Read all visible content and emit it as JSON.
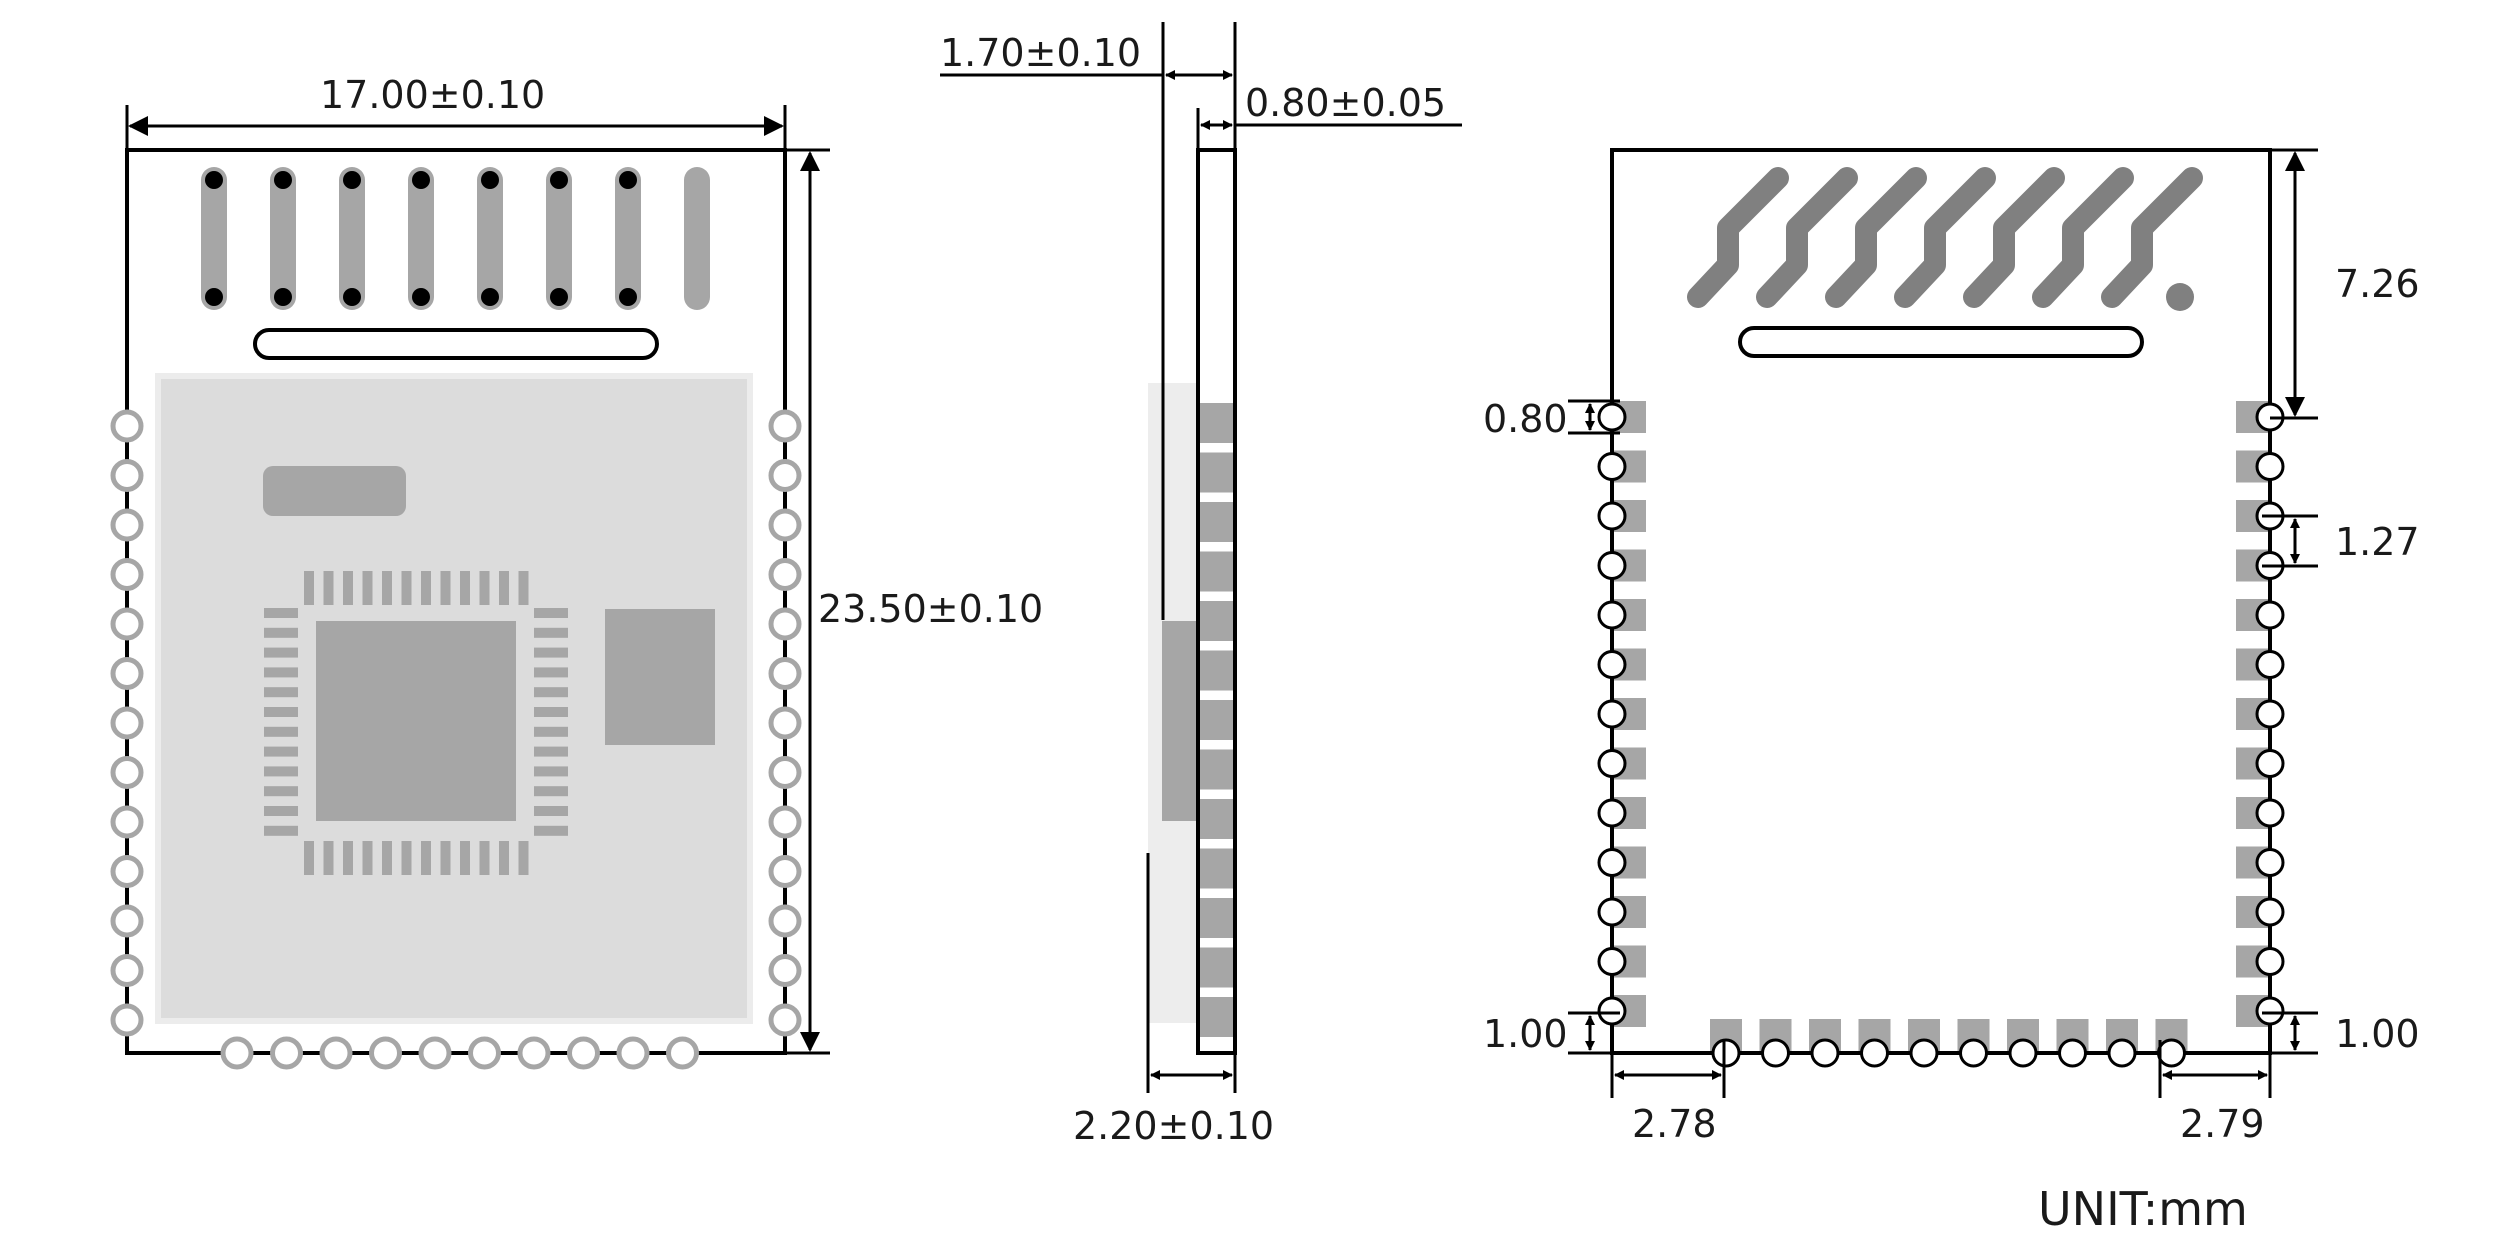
{
  "dimensions": {
    "front_width": "17.00±0.10",
    "front_height": "23.50±0.10",
    "side_top_offset": "1.70±0.10",
    "side_board_thickness": "0.80±0.05",
    "side_total_thickness": "2.20±0.10",
    "bottom_antenna_height": "7.26",
    "bottom_pad_width": "0.80",
    "bottom_pad_pitch": "1.27",
    "bottom_left_corner": "1.00",
    "bottom_right_corner": "1.00",
    "bottom_left_edge": "2.78",
    "bottom_right_edge": "2.79"
  },
  "unit_label": "UNIT:mm",
  "colors": {
    "outline": "#000000",
    "pad": "#a6a6a6",
    "shield": "#dcdcdc",
    "chip": "#a6a6a6",
    "trace": "#808080"
  }
}
